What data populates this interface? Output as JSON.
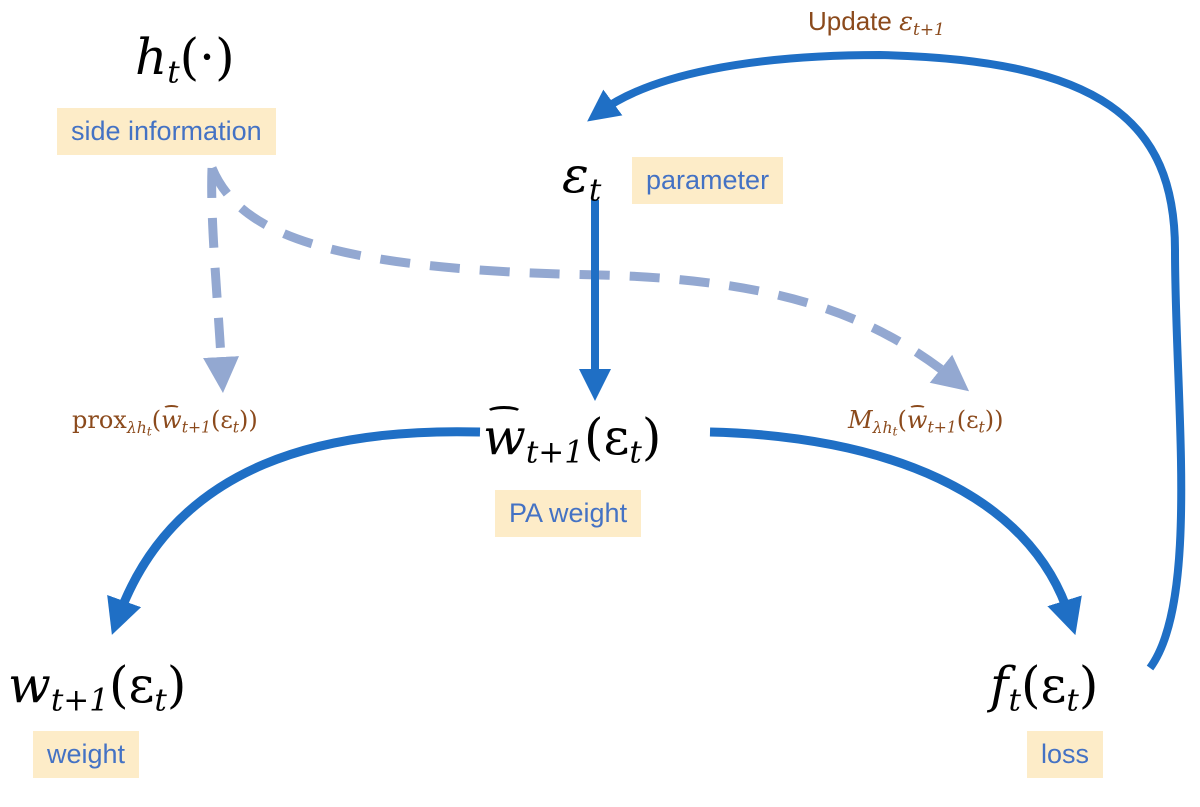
{
  "diagram": {
    "nodes": {
      "side_info": {
        "symbol": "h",
        "sub": "t",
        "arg": "(·)",
        "tag": "side information"
      },
      "param": {
        "symbol": "ε",
        "sub": "t",
        "tag": "parameter"
      },
      "pa_weight": {
        "symbol": "w",
        "sub": "t+1",
        "arg_open": "(ε",
        "arg_sub": "t",
        "arg_close": ")",
        "tag": "PA weight"
      },
      "weight": {
        "symbol": "w",
        "sub": "t+1",
        "arg_open": "(ε",
        "arg_sub": "t",
        "arg_close": ")",
        "tag": "weight"
      },
      "loss": {
        "symbol": "f",
        "sub": "t",
        "arg_open": "(ε",
        "arg_sub": "t",
        "arg_close": ")",
        "tag": "loss"
      }
    },
    "edge_labels": {
      "prox": {
        "op": "prox",
        "sub_main": "λh",
        "sub_sub": "t",
        "open": "(",
        "w": "w",
        "w_sub": "t+1",
        "inner_open": "(ε",
        "inner_sub": "t",
        "close": "))"
      },
      "moreau": {
        "op": "M",
        "sub_main": "λh",
        "sub_sub": "t",
        "open": "(",
        "w": "w",
        "w_sub": "t+1",
        "inner_open": "(ε",
        "inner_sub": "t",
        "close": "))"
      },
      "update": {
        "text": "Update ",
        "symbol": "ε",
        "sub": "t+1"
      }
    },
    "colors": {
      "solid_edge": "#1f6fc5",
      "dashed_edge": "#93a8d1",
      "label_text": "#8b4a1c",
      "tag_text": "#4472c4",
      "tag_fill": "#fdecc8"
    }
  }
}
